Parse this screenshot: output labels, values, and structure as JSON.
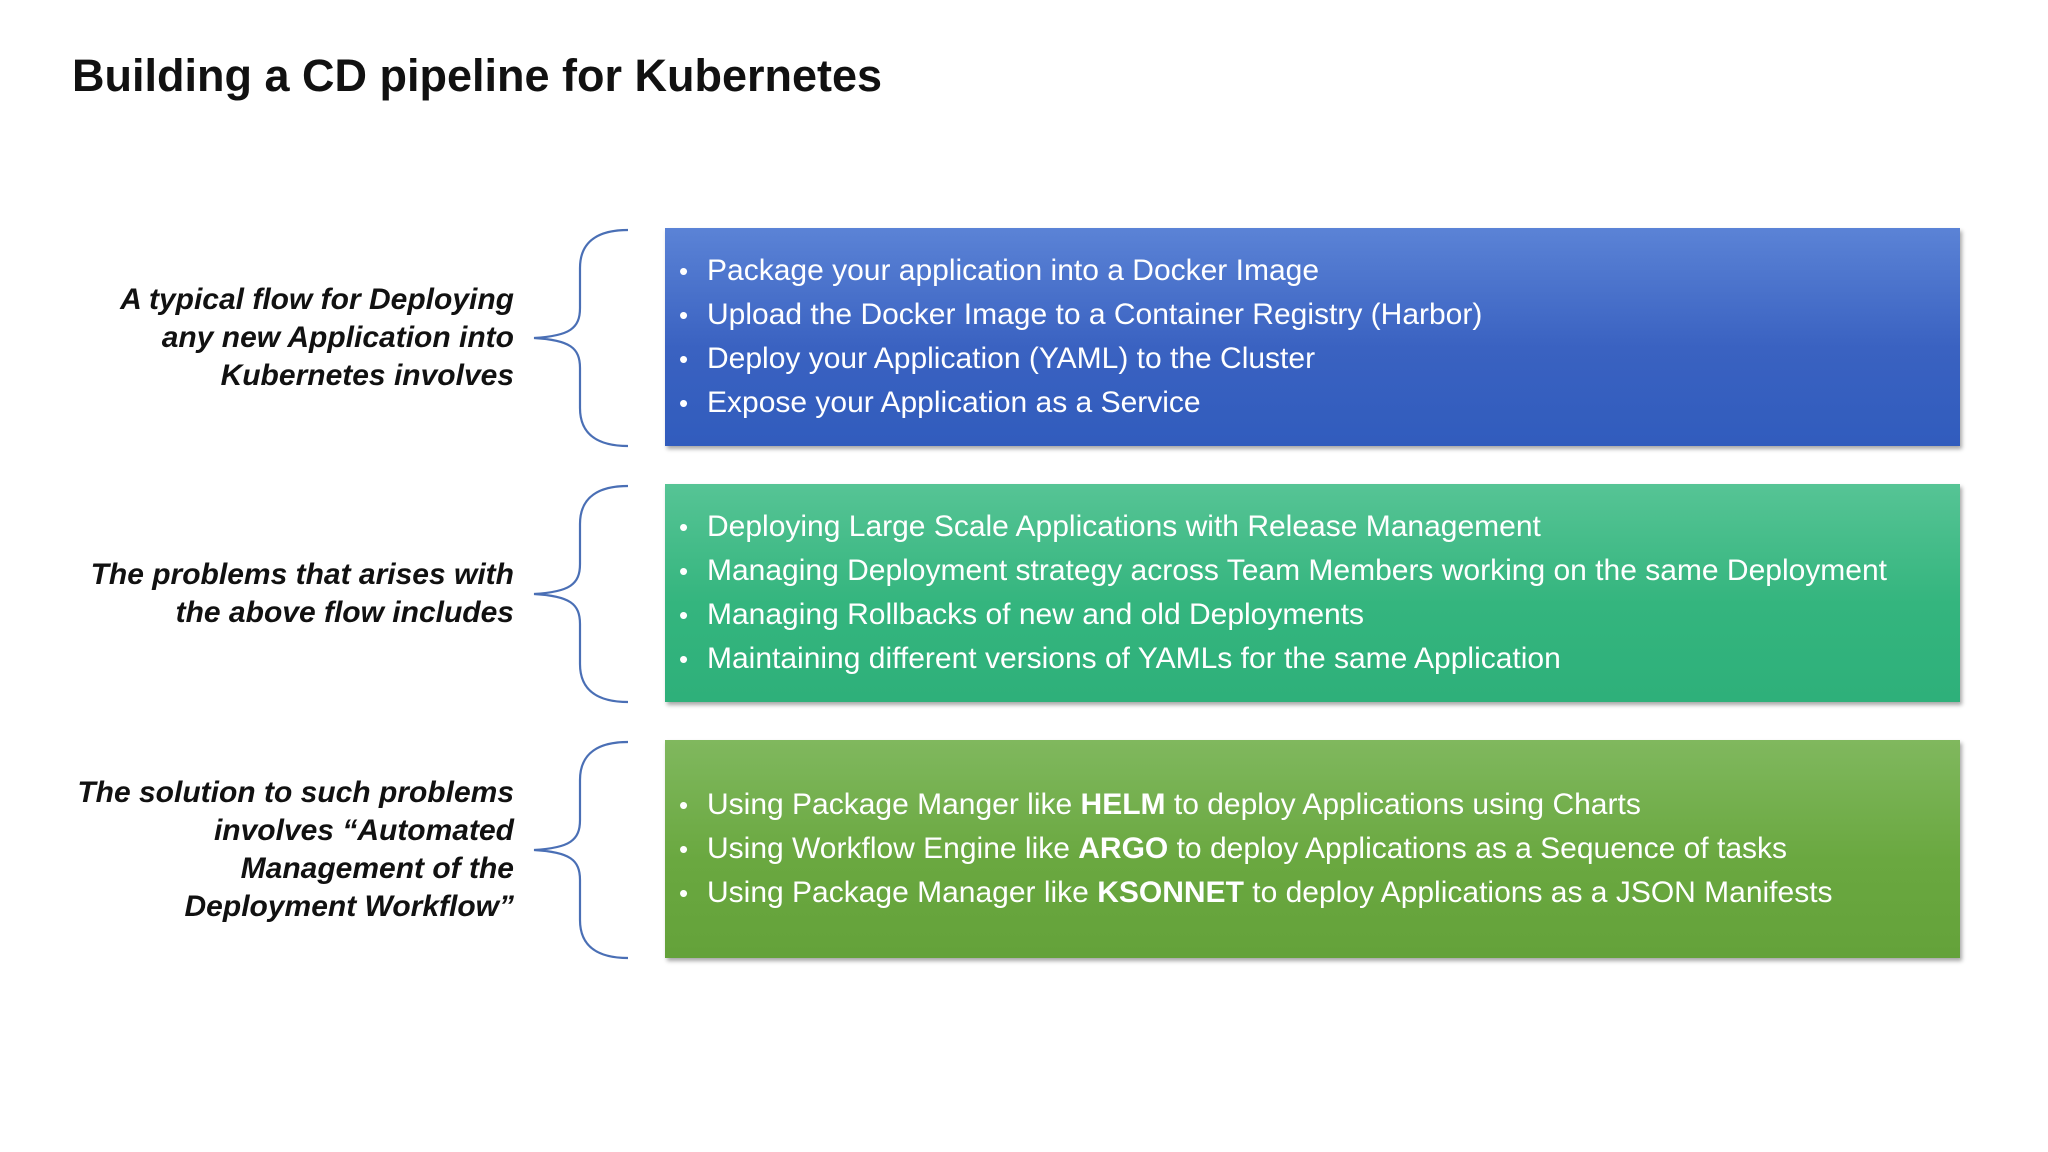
{
  "title": "Building a CD pipeline for Kubernetes",
  "accent_colors": {
    "brace": "#4a6fb5",
    "blue_box": "#3a62c1",
    "green_box": "#34b57e",
    "olive_box": "#6aa840"
  },
  "bullet_glyph": "•",
  "sections": [
    {
      "label_lines": [
        "A typical flow for Deploying",
        "any new Application into",
        "Kubernetes involves"
      ],
      "items": [
        {
          "before": "Package your application into a Docker Image",
          "bold": "",
          "after": ""
        },
        {
          "before": "Upload the Docker Image to a Container Registry (Harbor)",
          "bold": "",
          "after": ""
        },
        {
          "before": "Deploy your Application (YAML) to the Cluster",
          "bold": "",
          "after": ""
        },
        {
          "before": "Expose your Application as a Service",
          "bold": "",
          "after": ""
        }
      ]
    },
    {
      "label_lines": [
        "The problems that arises with",
        "the above flow includes"
      ],
      "items": [
        {
          "before": "Deploying Large Scale Applications with Release Management",
          "bold": "",
          "after": ""
        },
        {
          "before": "Managing Deployment strategy across Team Members working on the same Deployment",
          "bold": "",
          "after": ""
        },
        {
          "before": "Managing Rollbacks of new and old Deployments",
          "bold": "",
          "after": ""
        },
        {
          "before": "Maintaining different versions of YAMLs for the same Application",
          "bold": "",
          "after": ""
        }
      ]
    },
    {
      "label_lines": [
        "The solution to such problems",
        "involves “Automated",
        "Management of the",
        "Deployment Workflow”"
      ],
      "items": [
        {
          "before": "Using Package Manger like ",
          "bold": "HELM",
          "after": " to deploy Applications using Charts"
        },
        {
          "before": "Using Workflow Engine like ",
          "bold": "ARGO",
          "after": " to deploy Applications as a Sequence of tasks"
        },
        {
          "before": "Using Package Manager like ",
          "bold": "KSONNET",
          "after": " to deploy Applications as a JSON Manifests"
        }
      ]
    }
  ]
}
